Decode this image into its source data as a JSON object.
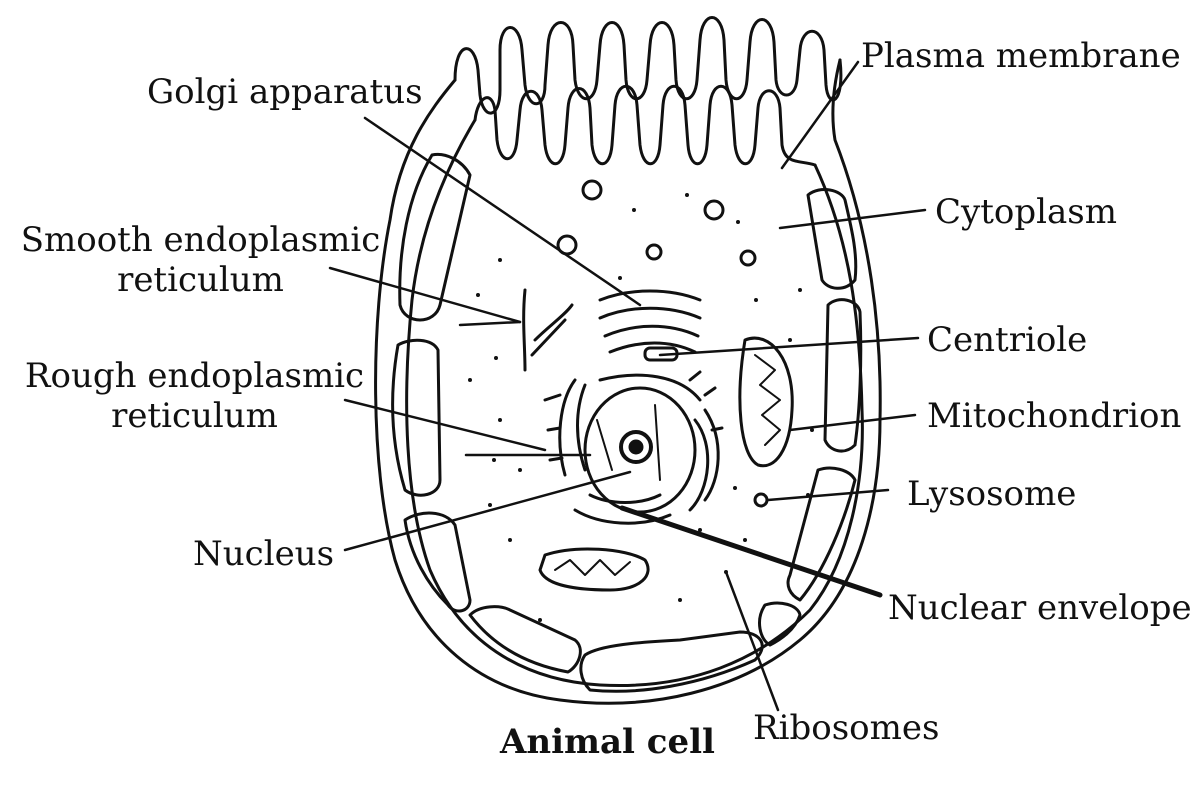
{
  "diagram": {
    "title": "Animal cell",
    "labels": {
      "golgi": "Golgi apparatus",
      "plasma_membrane": "Plasma membrane",
      "cytoplasm": "Cytoplasm",
      "smooth_er": "Smooth endoplasmic\nreticulum",
      "centriole": "Centriole",
      "rough_er": "Rough endoplasmic\nreticulum",
      "mitochondrion": "Mitochondrion",
      "lysosome": "Lysosome",
      "nucleus": "Nucleus",
      "nuclear_envelope": "Nuclear envelope",
      "ribosomes": "Ribosomes"
    },
    "colors": {
      "ink": "#111111",
      "background": "#ffffff"
    }
  }
}
